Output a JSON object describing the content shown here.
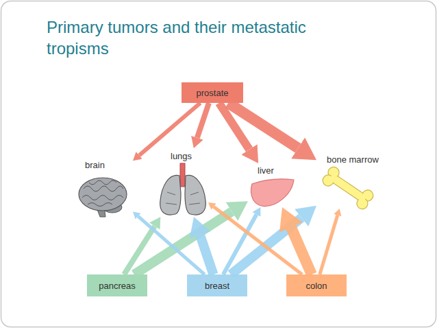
{
  "diagram": {
    "title": "Primary tumors and their metastatic tropisms",
    "nodes": [
      {
        "text": [
          "prostate"
        ]
      },
      {
        "text": [
          "brain"
        ]
      },
      {
        "text": [
          "lungs"
        ]
      },
      {
        "text": [
          "liver"
        ]
      },
      {
        "text": [
          "bone marrow"
        ]
      },
      {
        "text": [
          "pancreas"
        ]
      },
      {
        "text": [
          "breast"
        ]
      },
      {
        "text": [
          "colon"
        ]
      }
    ],
    "edges": [
      {
        "from": 0,
        "to": 1,
        "arrow": "to"
      },
      {
        "from": 0,
        "to": 2,
        "arrow": "to"
      },
      {
        "from": 0,
        "to": 3,
        "arrow": "to"
      },
      {
        "from": 0,
        "to": 4,
        "arrow": "to"
      },
      {
        "from": 5,
        "to": 2,
        "arrow": "to"
      },
      {
        "from": 5,
        "to": 3,
        "arrow": "to"
      },
      {
        "from": 6,
        "to": 1,
        "arrow": "to"
      },
      {
        "from": 6,
        "to": 2,
        "arrow": "to"
      },
      {
        "from": 6,
        "to": 3,
        "arrow": "to"
      },
      {
        "from": 6,
        "to": 4,
        "arrow": "to"
      },
      {
        "from": 7,
        "to": 2,
        "arrow": "to"
      },
      {
        "from": 7,
        "to": 3,
        "arrow": "to"
      },
      {
        "from": 7,
        "to": 4,
        "arrow": "to"
      }
    ]
  }
}
